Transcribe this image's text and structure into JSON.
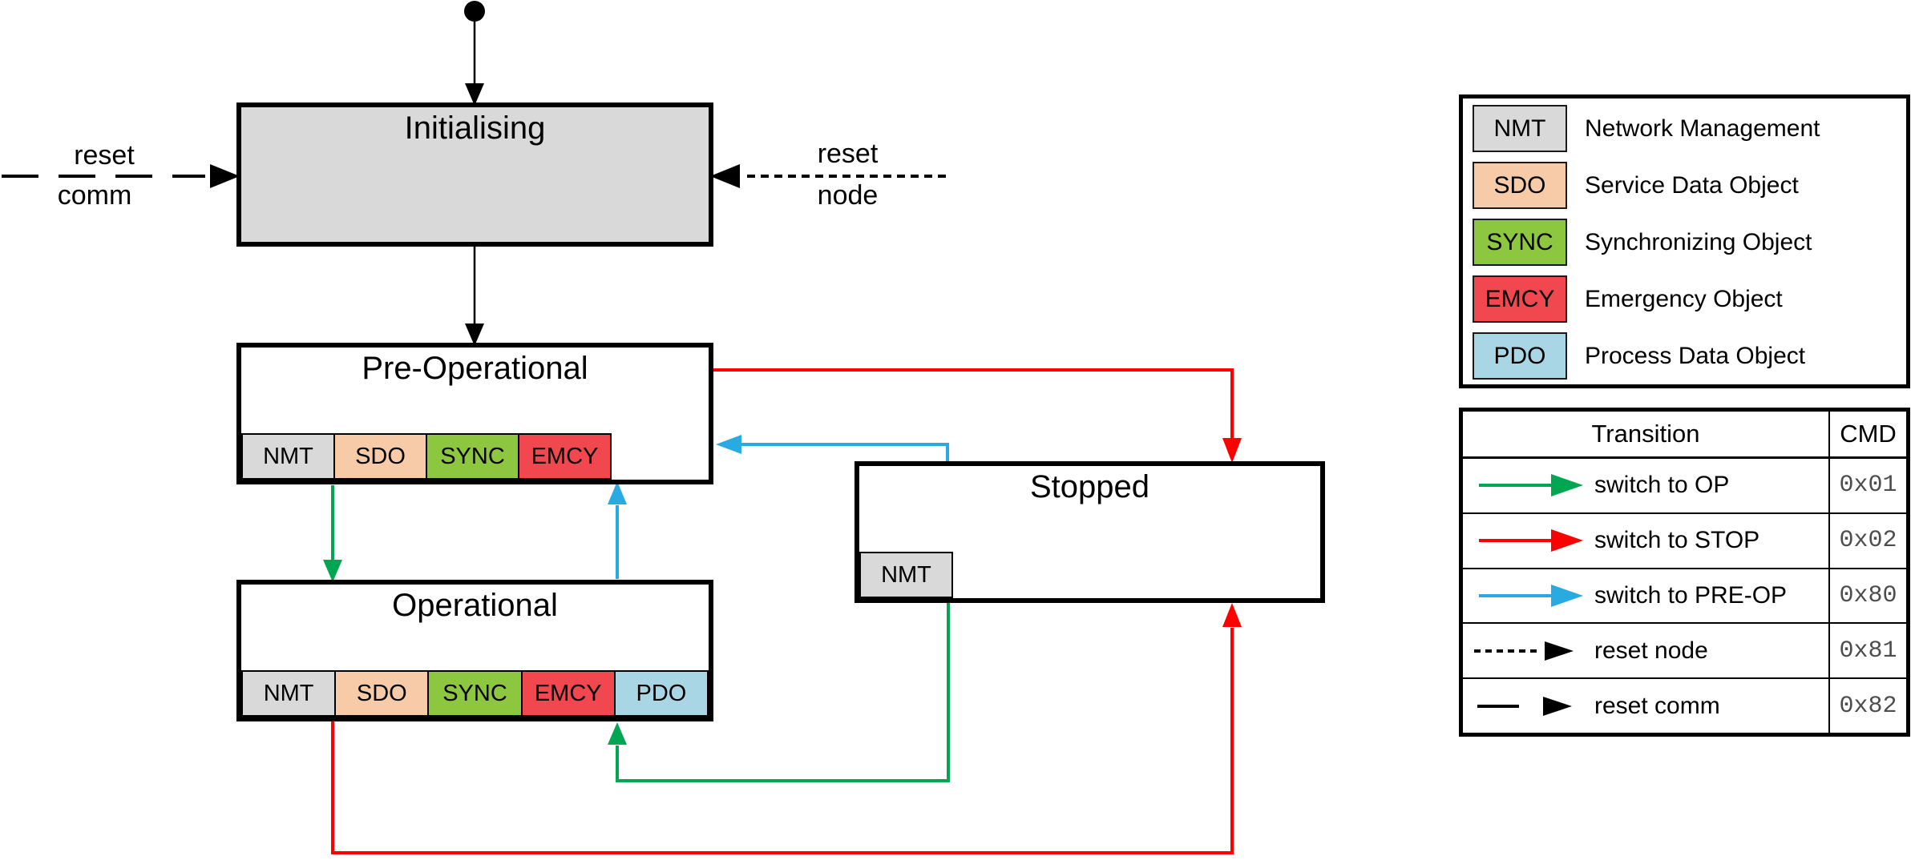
{
  "colors": {
    "nmt": "#d9d9d9",
    "sdo": "#f8cba8",
    "sync": "#8dc63f",
    "emcy": "#f0484e",
    "pdo": "#a8d6e4",
    "green": "#00a651",
    "red": "#ff0000",
    "blue": "#29abe2",
    "init_fill": "#d9d9d9",
    "cmd_text": "#4d4d4d"
  },
  "states": {
    "initialising": {
      "title": "Initialising",
      "services": []
    },
    "pre_operational": {
      "title": "Pre-Operational",
      "services": [
        "NMT",
        "SDO",
        "SYNC",
        "EMCY"
      ]
    },
    "operational": {
      "title": "Operational",
      "services": [
        "NMT",
        "SDO",
        "SYNC",
        "EMCY",
        "PDO"
      ]
    },
    "stopped": {
      "title": "Stopped",
      "services": [
        "NMT"
      ]
    }
  },
  "edge_labels": {
    "reset_comm_line1": "reset",
    "reset_comm_line2": "comm",
    "reset_node_line1": "reset",
    "reset_node_line2": "node"
  },
  "edges": [
    {
      "from": "start-dot",
      "to": "initialising",
      "style": "black-solid"
    },
    {
      "from": "initialising",
      "to": "pre_operational",
      "style": "black-solid"
    },
    {
      "from": "external-left",
      "to": "initialising",
      "label": "reset comm",
      "style": "black-long-dash"
    },
    {
      "from": "external-right",
      "to": "initialising",
      "label": "reset node",
      "style": "black-dotted"
    },
    {
      "from": "pre_operational",
      "to": "operational",
      "style": "green"
    },
    {
      "from": "operational",
      "to": "pre_operational",
      "style": "blue"
    },
    {
      "from": "pre_operational",
      "to": "stopped",
      "style": "red"
    },
    {
      "from": "stopped",
      "to": "pre_operational",
      "style": "blue"
    },
    {
      "from": "stopped",
      "to": "operational",
      "style": "green"
    },
    {
      "from": "operational",
      "to": "stopped",
      "style": "red"
    }
  ],
  "legend": {
    "items": [
      {
        "abbr": "NMT",
        "name": "Network Management"
      },
      {
        "abbr": "SDO",
        "name": "Service Data Object"
      },
      {
        "abbr": "SYNC",
        "name": "Synchronizing Object"
      },
      {
        "abbr": "EMCY",
        "name": "Emergency Object"
      },
      {
        "abbr": "PDO",
        "name": "Process Data Object"
      }
    ]
  },
  "table": {
    "headers": [
      "Transition",
      "CMD"
    ],
    "rows": [
      {
        "transition": "switch to OP",
        "cmd": "0x01",
        "style": "green-solid"
      },
      {
        "transition": "switch to STOP",
        "cmd": "0x02",
        "style": "red-solid"
      },
      {
        "transition": "switch to PRE-OP",
        "cmd": "0x80",
        "style": "blue-solid"
      },
      {
        "transition": "reset node",
        "cmd": "0x81",
        "style": "black-dotted"
      },
      {
        "transition": "reset comm",
        "cmd": "0x82",
        "style": "black-long-dash"
      }
    ]
  }
}
